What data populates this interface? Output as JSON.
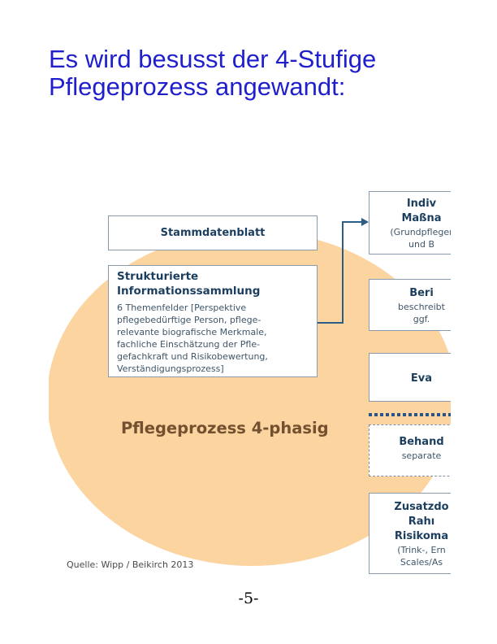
{
  "title": {
    "line1": "Es wird besusst der 4-Stufige",
    "line2": "Pflegeprozess angewandt:"
  },
  "diagram": {
    "stammdatenblatt": "Stammdatenblatt",
    "strukturierte": {
      "title_line1": "Strukturierte",
      "title_line2": "Informationssammlung",
      "body_lines": [
        "6 Themenfelder [Perspektive",
        "pflegebedürftige Person, pflege-",
        "relevante biografische Merkmale,",
        "fachliche Einschätzung der Pfle-",
        "gefachkraft und Risikobewertung,",
        "Verständigungsprozess]"
      ]
    },
    "ellipse_label": "Pflegeprozess 4-phasig",
    "right_boxes": {
      "massnahmen": {
        "line1": "Indiv",
        "line2": "Maßna",
        "line3": "(Grundpfleger",
        "line4": "und B"
      },
      "bericht": {
        "line1": "Beri",
        "line2": "beschreibt",
        "line3": "ggf."
      },
      "evaluation": {
        "line1": "Eva"
      },
      "behandlung": {
        "line1": "Behand",
        "line2": "separate"
      },
      "zusatz": {
        "line1": "Zusatzdo",
        "line2": "Rahı",
        "line3": "Risikoma",
        "line4": "(Trink-, Ern",
        "line5": "Scales/As"
      }
    },
    "source": "Quelle: Wipp / Beikirch  2013",
    "colors": {
      "ellipse": "#fcd4a0",
      "box_text": "#1c3e5e",
      "arrow": "#2b5e86",
      "dotted_line": "#27548a",
      "title": "#1f1fcc"
    }
  },
  "page_number": "-5-"
}
